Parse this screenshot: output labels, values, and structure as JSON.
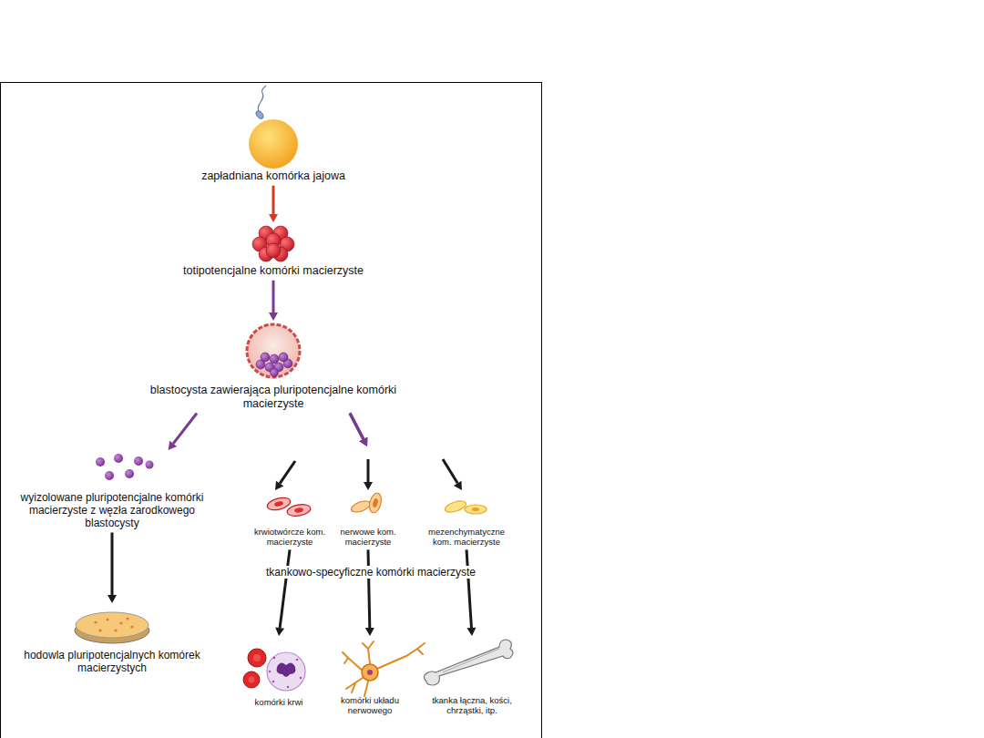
{
  "diagram": {
    "nodes": [
      {
        "text": [
          "zapładniana komórka jajowa"
        ]
      },
      {
        "text": [
          "totipotencjalne komórki macierzyste"
        ]
      },
      {
        "text": [
          "blastocysta zawierająca pluripotencjalne komórki macierzyste"
        ]
      },
      {
        "text": [
          "wyizolowane pluripotencjalne komórki macierzyste z węzła zarodkowego blastocysty"
        ]
      },
      {
        "text": [
          "hodowla pluripotencjalnych komórek macierzystych"
        ]
      },
      {
        "text": [
          "krwiotwórcze kom. macierzyste"
        ]
      },
      {
        "text": [
          "nerwowe kom. macierzyste"
        ]
      },
      {
        "text": [
          "mezenchymatyczne kom. macierzyste"
        ]
      },
      {
        "text": [
          "komórki krwi"
        ]
      },
      {
        "text": [
          "komórki układu nerwowego"
        ]
      },
      {
        "text": [
          "tkanka łączna, kości, chrząstki, itp."
        ]
      }
    ],
    "edges": [
      {
        "from": 0,
        "to": 1,
        "arrow": "to"
      },
      {
        "from": 1,
        "to": 2,
        "arrow": "to"
      },
      {
        "from": 2,
        "to": 3,
        "arrow": "to"
      },
      {
        "from": 3,
        "to": 4,
        "arrow": "to"
      },
      {
        "from": 2,
        "to": 5,
        "arrow": "to"
      },
      {
        "from": 2,
        "to": 6,
        "arrow": "to"
      },
      {
        "from": 2,
        "to": 7,
        "arrow": "to"
      },
      {
        "from": 5,
        "to": 8,
        "arrow": "to"
      },
      {
        "from": 6,
        "to": 9,
        "arrow": "to"
      },
      {
        "from": 7,
        "to": 10,
        "arrow": "to"
      }
    ],
    "labels": [
      "tkankowo-specyficzne komórki macierzyste"
    ]
  }
}
